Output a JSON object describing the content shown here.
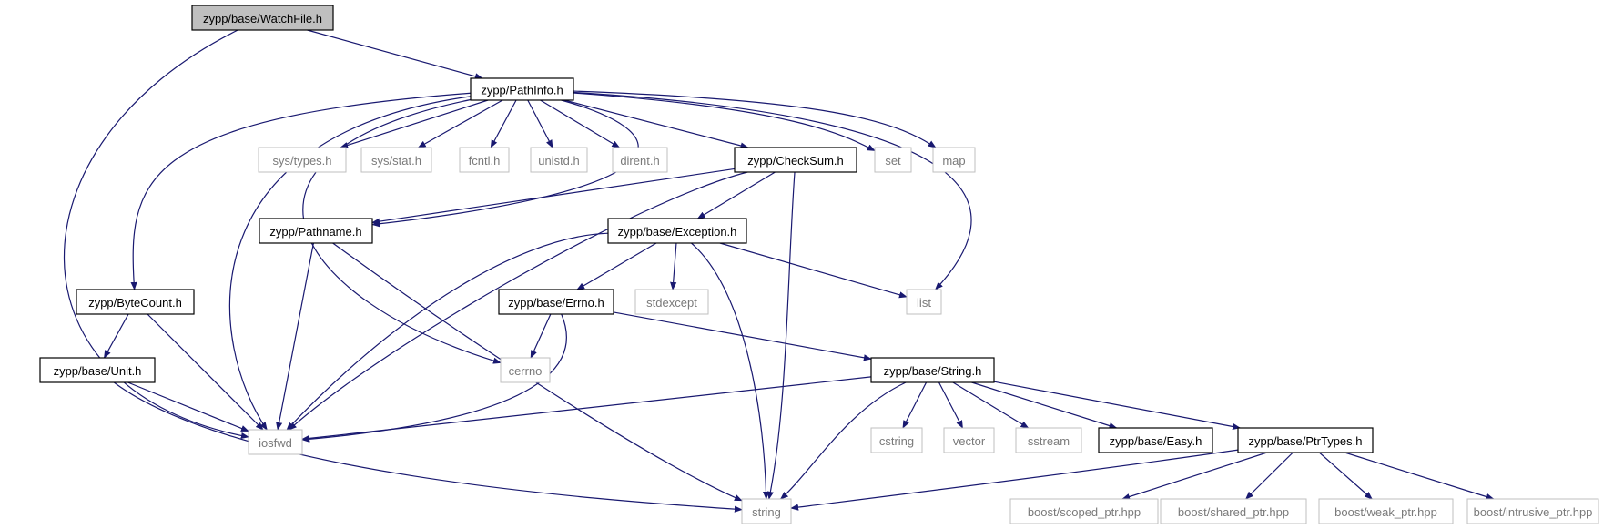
{
  "graph": {
    "edge_color": "#191970",
    "nodes": [
      {
        "id": "watchfile",
        "label": "zypp/base/WatchFile.h",
        "kind": "root"
      },
      {
        "id": "pathinfo",
        "label": "zypp/PathInfo.h",
        "kind": "project"
      },
      {
        "id": "systypes",
        "label": "sys/types.h",
        "kind": "system"
      },
      {
        "id": "sysstat",
        "label": "sys/stat.h",
        "kind": "system"
      },
      {
        "id": "fcntl",
        "label": "fcntl.h",
        "kind": "system"
      },
      {
        "id": "unistd",
        "label": "unistd.h",
        "kind": "system"
      },
      {
        "id": "dirent",
        "label": "dirent.h",
        "kind": "system"
      },
      {
        "id": "checksum",
        "label": "zypp/CheckSum.h",
        "kind": "project"
      },
      {
        "id": "set",
        "label": "set",
        "kind": "system"
      },
      {
        "id": "map",
        "label": "map",
        "kind": "system"
      },
      {
        "id": "pathname",
        "label": "zypp/Pathname.h",
        "kind": "project"
      },
      {
        "id": "exception",
        "label": "zypp/base/Exception.h",
        "kind": "project"
      },
      {
        "id": "bytecount",
        "label": "zypp/ByteCount.h",
        "kind": "project"
      },
      {
        "id": "errno",
        "label": "zypp/base/Errno.h",
        "kind": "project"
      },
      {
        "id": "stdexcept",
        "label": "stdexcept",
        "kind": "system"
      },
      {
        "id": "list",
        "label": "list",
        "kind": "system"
      },
      {
        "id": "unit",
        "label": "zypp/base/Unit.h",
        "kind": "project"
      },
      {
        "id": "cerrno",
        "label": "cerrno",
        "kind": "system"
      },
      {
        "id": "stringh",
        "label": "zypp/base/String.h",
        "kind": "project"
      },
      {
        "id": "iosfwd",
        "label": "iosfwd",
        "kind": "system"
      },
      {
        "id": "cstring",
        "label": "cstring",
        "kind": "system"
      },
      {
        "id": "vector",
        "label": "vector",
        "kind": "system"
      },
      {
        "id": "sstream",
        "label": "sstream",
        "kind": "system"
      },
      {
        "id": "easy",
        "label": "zypp/base/Easy.h",
        "kind": "project"
      },
      {
        "id": "ptrtypes",
        "label": "zypp/base/PtrTypes.h",
        "kind": "project"
      },
      {
        "id": "string",
        "label": "string",
        "kind": "system"
      },
      {
        "id": "scopedptr",
        "label": "boost/scoped_ptr.hpp",
        "kind": "system"
      },
      {
        "id": "sharedptr",
        "label": "boost/shared_ptr.hpp",
        "kind": "system"
      },
      {
        "id": "weakptr",
        "label": "boost/weak_ptr.hpp",
        "kind": "system"
      },
      {
        "id": "intrusiveptr",
        "label": "boost/intrusive_ptr.hpp",
        "kind": "system"
      }
    ],
    "edges": [
      {
        "from": "watchfile",
        "to": "pathinfo"
      },
      {
        "from": "watchfile",
        "to": "iosfwd"
      },
      {
        "from": "pathinfo",
        "to": "systypes"
      },
      {
        "from": "pathinfo",
        "to": "sysstat"
      },
      {
        "from": "pathinfo",
        "to": "fcntl"
      },
      {
        "from": "pathinfo",
        "to": "unistd"
      },
      {
        "from": "pathinfo",
        "to": "dirent"
      },
      {
        "from": "pathinfo",
        "to": "checksum"
      },
      {
        "from": "pathinfo",
        "to": "set"
      },
      {
        "from": "pathinfo",
        "to": "map"
      },
      {
        "from": "pathinfo",
        "to": "list"
      },
      {
        "from": "pathinfo",
        "to": "pathname"
      },
      {
        "from": "pathinfo",
        "to": "bytecount"
      },
      {
        "from": "pathinfo",
        "to": "iosfwd"
      },
      {
        "from": "pathinfo",
        "to": "cerrno"
      },
      {
        "from": "checksum",
        "to": "pathname"
      },
      {
        "from": "checksum",
        "to": "exception"
      },
      {
        "from": "checksum",
        "to": "iosfwd"
      },
      {
        "from": "checksum",
        "to": "string"
      },
      {
        "from": "pathname",
        "to": "iosfwd"
      },
      {
        "from": "pathname",
        "to": "string"
      },
      {
        "from": "exception",
        "to": "errno"
      },
      {
        "from": "exception",
        "to": "stdexcept"
      },
      {
        "from": "exception",
        "to": "list"
      },
      {
        "from": "exception",
        "to": "iosfwd"
      },
      {
        "from": "exception",
        "to": "string"
      },
      {
        "from": "bytecount",
        "to": "unit"
      },
      {
        "from": "bytecount",
        "to": "iosfwd"
      },
      {
        "from": "unit",
        "to": "iosfwd"
      },
      {
        "from": "unit",
        "to": "string"
      },
      {
        "from": "errno",
        "to": "cerrno"
      },
      {
        "from": "errno",
        "to": "iosfwd"
      },
      {
        "from": "errno",
        "to": "stringh"
      },
      {
        "from": "stringh",
        "to": "iosfwd"
      },
      {
        "from": "stringh",
        "to": "cstring"
      },
      {
        "from": "stringh",
        "to": "vector"
      },
      {
        "from": "stringh",
        "to": "sstream"
      },
      {
        "from": "stringh",
        "to": "easy"
      },
      {
        "from": "stringh",
        "to": "ptrtypes"
      },
      {
        "from": "stringh",
        "to": "string"
      },
      {
        "from": "ptrtypes",
        "to": "string"
      },
      {
        "from": "ptrtypes",
        "to": "scopedptr"
      },
      {
        "from": "ptrtypes",
        "to": "sharedptr"
      },
      {
        "from": "ptrtypes",
        "to": "weakptr"
      },
      {
        "from": "ptrtypes",
        "to": "intrusiveptr"
      }
    ]
  }
}
